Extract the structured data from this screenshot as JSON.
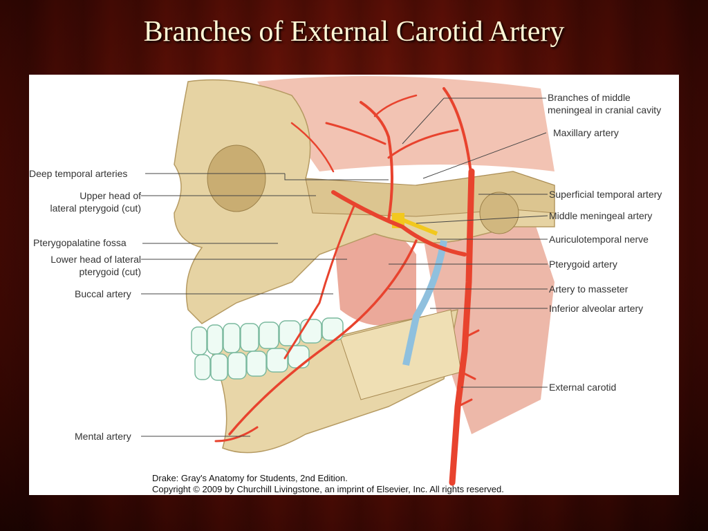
{
  "slide": {
    "title": "Branches of External Carotid Artery"
  },
  "figure": {
    "labels_left": {
      "deep_temporal": "Deep temporal arteries",
      "upper_head_1": "Upper head of",
      "upper_head_2": "lateral pterygoid (cut)",
      "pterygopalatine": "Pterygopalatine fossa",
      "lower_head_1": "Lower head of lateral",
      "lower_head_2": "pterygoid (cut)",
      "buccal": "Buccal artery",
      "mental": "Mental artery"
    },
    "labels_right": {
      "middle_meningeal_branches_1": "Branches of middle",
      "middle_meningeal_branches_2": "meningeal in cranial cavity",
      "maxillary": "Maxillary artery",
      "superficial_temporal": "Superficial temporal artery",
      "middle_meningeal": "Middle meningeal artery",
      "auriculotemporal": "Auriculotemporal nerve",
      "pterygoid": "Pterygoid artery",
      "masseter": "Artery to masseter",
      "inferior_alveolar": "Inferior alveolar artery",
      "external_carotid": "External carotid"
    },
    "caption_1": "Drake: Gray's Anatomy for Students, 2nd Edition.",
    "caption_2": "Copyright © 2009 by Churchill Livingstone, an imprint of Elsevier, Inc. All rights reserved."
  },
  "colors": {
    "bone": "#e6d3a3",
    "artery": "#e8432e",
    "muscle": "#e9a694",
    "nerve": "#f2c81e",
    "vein": "#8fc0de"
  }
}
